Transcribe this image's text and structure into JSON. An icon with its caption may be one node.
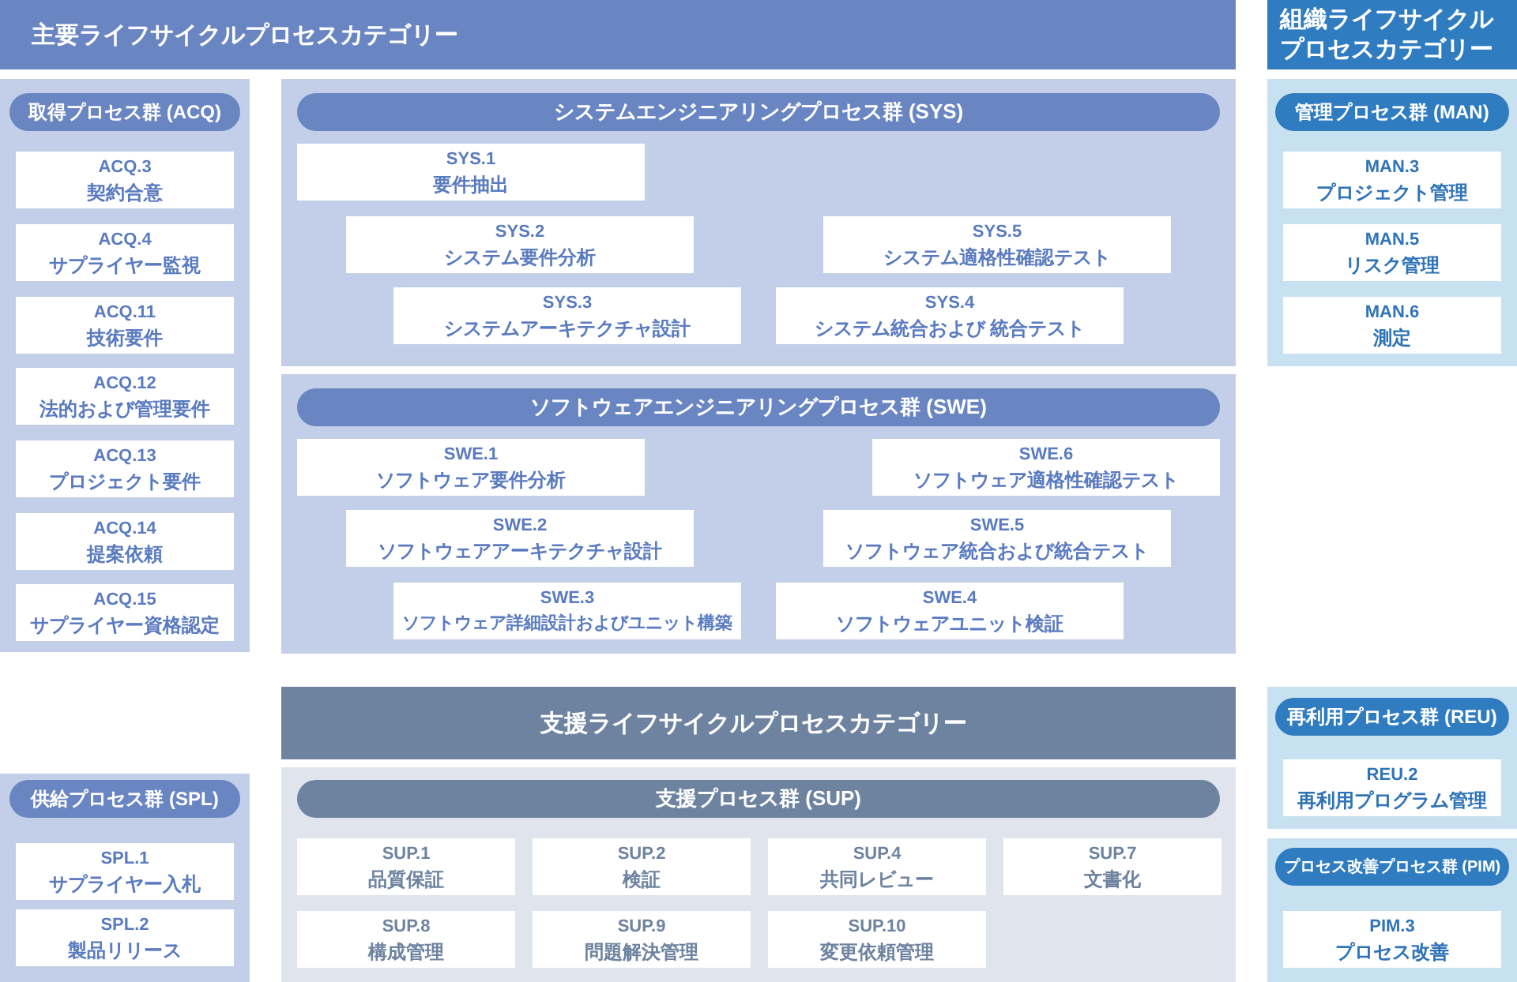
{
  "diagram": {
    "nodes": [
      {
        "text": [
          "主要ライフサイクルプロセスカテゴリー"
        ]
      },
      {
        "text": [
          "組織ライフサイクルプロセスカテゴリー"
        ]
      },
      {
        "text": [
          "取得プロセス群 (ACQ)"
        ]
      },
      {
        "text": [
          "ACQ.3",
          "契約合意"
        ],
        "in": 2
      },
      {
        "text": [
          "ACQ.4",
          "サプライヤー監視"
        ],
        "in": 2
      },
      {
        "text": [
          "ACQ.11",
          "技術要件"
        ],
        "in": 2
      },
      {
        "text": [
          "ACQ.12",
          "法的および管理要件"
        ],
        "in": 2
      },
      {
        "text": [
          "ACQ.13",
          "プロジェクト要件"
        ],
        "in": 2
      },
      {
        "text": [
          "ACQ.14",
          "提案依頼"
        ],
        "in": 2
      },
      {
        "text": [
          "ACQ.15",
          "サプライヤー資格認定"
        ],
        "in": 2
      },
      {
        "text": [
          "システムエンジニアリングプロセス群 (SYS)"
        ]
      },
      {
        "text": [
          "SYS.1",
          "要件抽出"
        ],
        "in": 10
      },
      {
        "text": [
          "SYS.2",
          "システム要件分析"
        ],
        "in": 10
      },
      {
        "text": [
          "SYS.5",
          "システム適格性確認テスト"
        ],
        "in": 10
      },
      {
        "text": [
          "SYS.3",
          "システムアーキテクチャ設計"
        ],
        "in": 10
      },
      {
        "text": [
          "SYS.4",
          "システム統合および 統合テスト"
        ],
        "in": 10
      },
      {
        "text": [
          "管理プロセス群 (MAN)"
        ]
      },
      {
        "text": [
          "MAN.3",
          "プロジェクト管理"
        ],
        "in": 16
      },
      {
        "text": [
          "MAN.5",
          "リスク管理"
        ],
        "in": 16
      },
      {
        "text": [
          "MAN.6",
          "測定"
        ],
        "in": 16
      },
      {
        "text": [
          "ソフトウェアエンジニアリングプロセス群 (SWE)"
        ]
      },
      {
        "text": [
          "SWE.1",
          "ソフトウェア要件分析"
        ],
        "in": 20
      },
      {
        "text": [
          "SWE.6",
          "ソフトウェア適格性確認テスト"
        ],
        "in": 20
      },
      {
        "text": [
          "SWE.2",
          "ソフトウェアアーキテクチャ設計"
        ],
        "in": 20
      },
      {
        "text": [
          "SWE.5",
          "ソフトウェア統合および統合テスト"
        ],
        "in": 20
      },
      {
        "text": [
          "SWE.3",
          "ソフトウェア詳細設計およびユニット構築"
        ],
        "in": 20
      },
      {
        "text": [
          "SWE.4",
          "ソフトウェアユニット検証"
        ],
        "in": 20
      },
      {
        "text": [
          "支援ライフサイクルプロセスカテゴリー"
        ]
      },
      {
        "text": [
          "再利用プロセス群 (REU)"
        ]
      },
      {
        "text": [
          "REU.2",
          "再利用プログラム管理"
        ],
        "in": 28
      },
      {
        "text": [
          "供給プロセス群 (SPL)"
        ]
      },
      {
        "text": [
          "SPL.1",
          "サプライヤー入札"
        ],
        "in": 30
      },
      {
        "text": [
          "SPL.2",
          "製品リリース"
        ],
        "in": 30
      },
      {
        "text": [
          "支援プロセス群 (SUP)"
        ]
      },
      {
        "text": [
          "SUP.1",
          "品質保証"
        ],
        "in": 33
      },
      {
        "text": [
          "SUP.2",
          "検証"
        ],
        "in": 33
      },
      {
        "text": [
          "SUP.4",
          "共同レビュー"
        ],
        "in": 33
      },
      {
        "text": [
          "SUP.7",
          "文書化"
        ],
        "in": 33
      },
      {
        "text": [
          "SUP.8",
          "構成管理"
        ],
        "in": 33
      },
      {
        "text": [
          "SUP.9",
          "問題解決管理"
        ],
        "in": 33
      },
      {
        "text": [
          "SUP.10",
          "変更依頼管理"
        ],
        "in": 33
      },
      {
        "text": [
          "プロセス改善プロセス群 (PIM)"
        ]
      },
      {
        "text": [
          "PIM.3",
          "プロセス改善"
        ],
        "in": 41
      }
    ]
  }
}
